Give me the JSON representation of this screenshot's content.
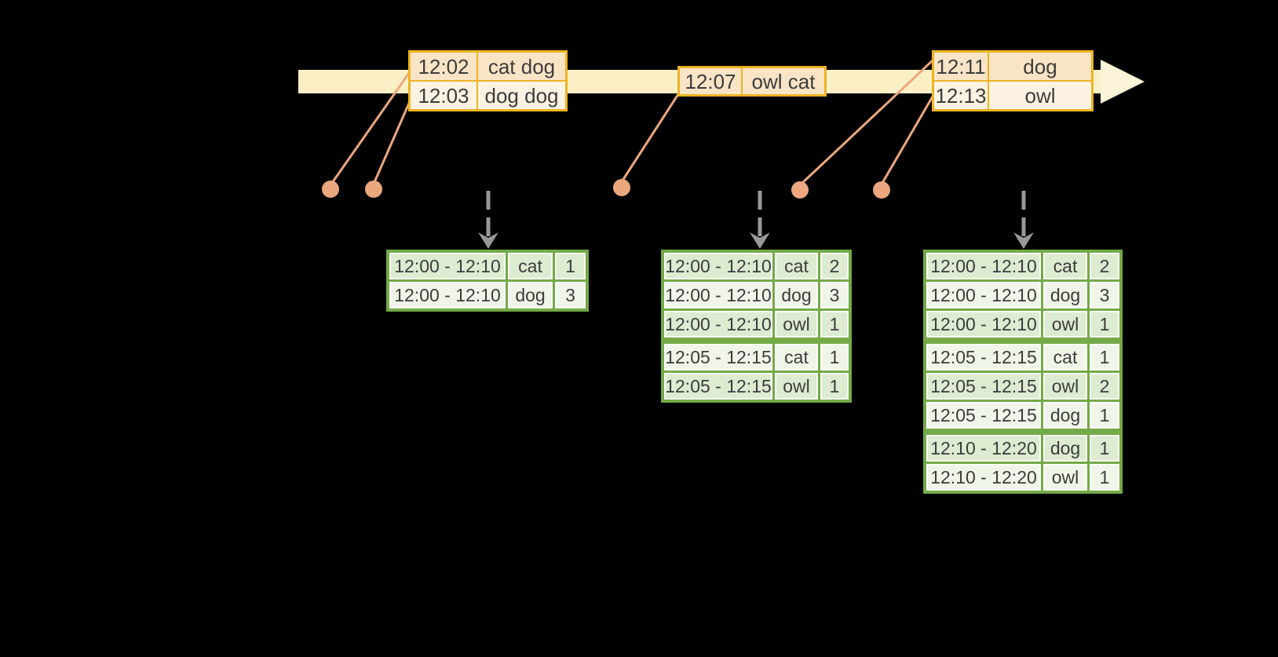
{
  "diagram_title": "windowed-word-count-event-timeline",
  "colors": {
    "background": "#000000",
    "timeline_band": "#fbefc6",
    "timeline_arrowhead": "#fcf4d8",
    "event_table_border": "#edb422",
    "event_row_dark": "#fae4c6",
    "event_row_light": "#fcf2e2",
    "connector_salmon": "#eba77d",
    "result_table_border": "#74aa47",
    "result_row_dark": "#ddebd1",
    "result_row_light": "#f0f5ea",
    "trigger_arrow_gray": "#989898",
    "text": "#3c3c3c"
  },
  "event_boxes": [
    {
      "rows": [
        {
          "time": "12:02",
          "text": "cat dog"
        },
        {
          "time": "12:03",
          "text": "dog dog"
        }
      ]
    },
    {
      "rows": [
        {
          "time": "12:07",
          "text": "owl cat"
        }
      ]
    },
    {
      "rows": [
        {
          "time": "12:11",
          "text": "dog"
        },
        {
          "time": "12:13",
          "text": "owl"
        }
      ]
    }
  ],
  "result_tables": [
    {
      "rows": [
        {
          "window": "12:00 - 12:10",
          "word": "cat",
          "count": "1"
        },
        {
          "window": "12:00 - 12:10",
          "word": "dog",
          "count": "3"
        }
      ]
    },
    {
      "rows": [
        {
          "window": "12:00 - 12:10",
          "word": "cat",
          "count": "2"
        },
        {
          "window": "12:00 - 12:10",
          "word": "dog",
          "count": "3"
        },
        {
          "window": "12:00 - 12:10",
          "word": "owl",
          "count": "1"
        },
        {
          "window": "12:05 - 12:15",
          "word": "cat",
          "count": "1"
        },
        {
          "window": "12:05 - 12:15",
          "word": "owl",
          "count": "1"
        }
      ]
    },
    {
      "rows": [
        {
          "window": "12:00 - 12:10",
          "word": "cat",
          "count": "2"
        },
        {
          "window": "12:00 - 12:10",
          "word": "dog",
          "count": "3"
        },
        {
          "window": "12:00 - 12:10",
          "word": "owl",
          "count": "1"
        },
        {
          "window": "12:05 - 12:15",
          "word": "cat",
          "count": "1"
        },
        {
          "window": "12:05 - 12:15",
          "word": "owl",
          "count": "2"
        },
        {
          "window": "12:05 - 12:15",
          "word": "dog",
          "count": "1"
        },
        {
          "window": "12:10 - 12:20",
          "word": "dog",
          "count": "1"
        },
        {
          "window": "12:10 - 12:20",
          "word": "owl",
          "count": "1"
        }
      ]
    }
  ]
}
